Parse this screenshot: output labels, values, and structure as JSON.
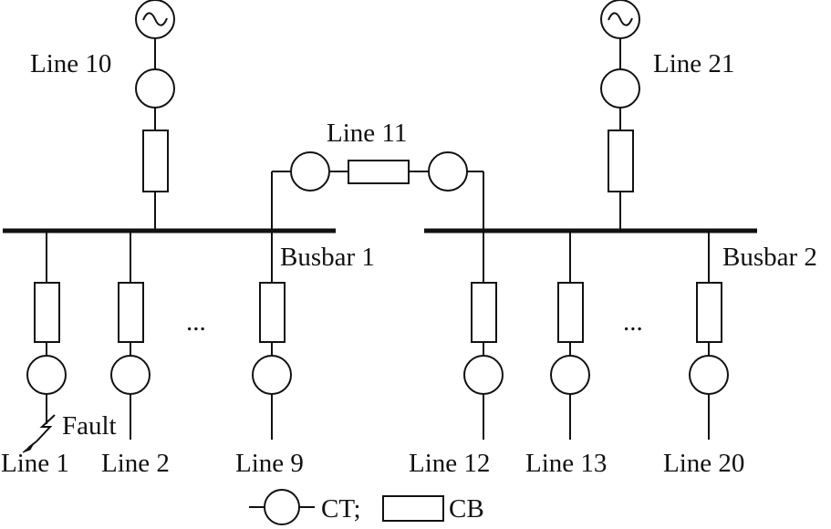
{
  "labels": {
    "line_10": "Line 10",
    "line_21": "Line 21",
    "line_11": "Line 11",
    "busbar_1": "Busbar 1",
    "busbar_2": "Busbar 2",
    "line_1": "Line 1",
    "line_2": "Line 2",
    "line_9": "Line 9",
    "line_12": "Line 12",
    "line_13": "Line 13",
    "line_20": "Line 20",
    "fault": "Fault",
    "ellipsis_left": "...",
    "ellipsis_right": "...",
    "legend_ct": "CT;",
    "legend_cb": "CB"
  },
  "symbols": {
    "generator": "ac-source",
    "current_transformer": "CT",
    "circuit_breaker": "CB",
    "fault_marker": "lightning-arrow"
  }
}
